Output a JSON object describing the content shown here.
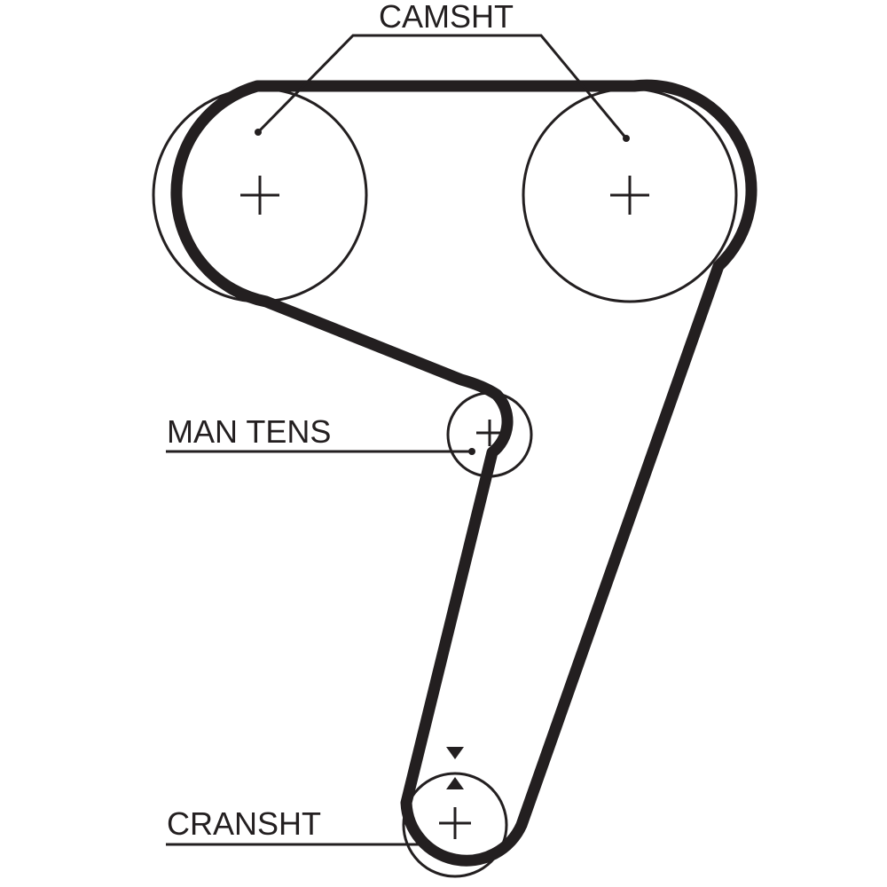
{
  "diagram": {
    "title": "Timing belt routing",
    "colors": {
      "ink": "#231f20",
      "background": "#ffffff"
    },
    "labels": {
      "camshaft": "CAMSHT",
      "tensioner": "MAN TENS",
      "crankshaft": "CRANSHT"
    },
    "components": [
      {
        "id": "camshaft-left",
        "label_ref": "camshaft",
        "type": "pulley",
        "marker": "plus-icon"
      },
      {
        "id": "camshaft-right",
        "label_ref": "camshaft",
        "type": "pulley",
        "marker": "plus-icon"
      },
      {
        "id": "tensioner",
        "label_ref": "tensioner",
        "type": "pulley",
        "marker": "plus-icon"
      },
      {
        "id": "crankshaft",
        "label_ref": "crankshaft",
        "type": "pulley",
        "marker": "plus-icon",
        "timing_mark": "triangle-pair"
      }
    ]
  }
}
